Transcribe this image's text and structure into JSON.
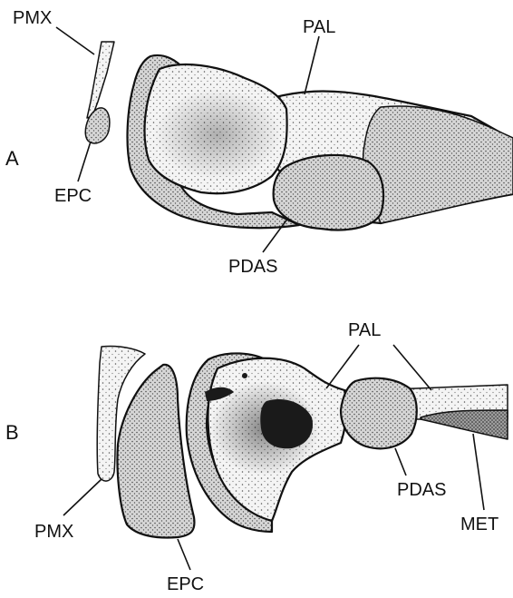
{
  "panels": [
    {
      "label": "A",
      "structures": [
        {
          "label": "PMX"
        },
        {
          "label": "PAL"
        },
        {
          "label": "EPC"
        },
        {
          "label": "PDAS"
        }
      ]
    },
    {
      "label": "B",
      "structures": [
        {
          "label": "PAL"
        },
        {
          "label": "PMX"
        },
        {
          "label": "PDAS"
        },
        {
          "label": "MET"
        },
        {
          "label": "EPC"
        }
      ]
    }
  ],
  "colors": {
    "ink": "#111111",
    "light_stipple": "#eeeeee",
    "medium_stipple": "#c6c6c6",
    "dark_stipple": "#9a9a9a",
    "solid_dark": "#1a1a1a"
  }
}
